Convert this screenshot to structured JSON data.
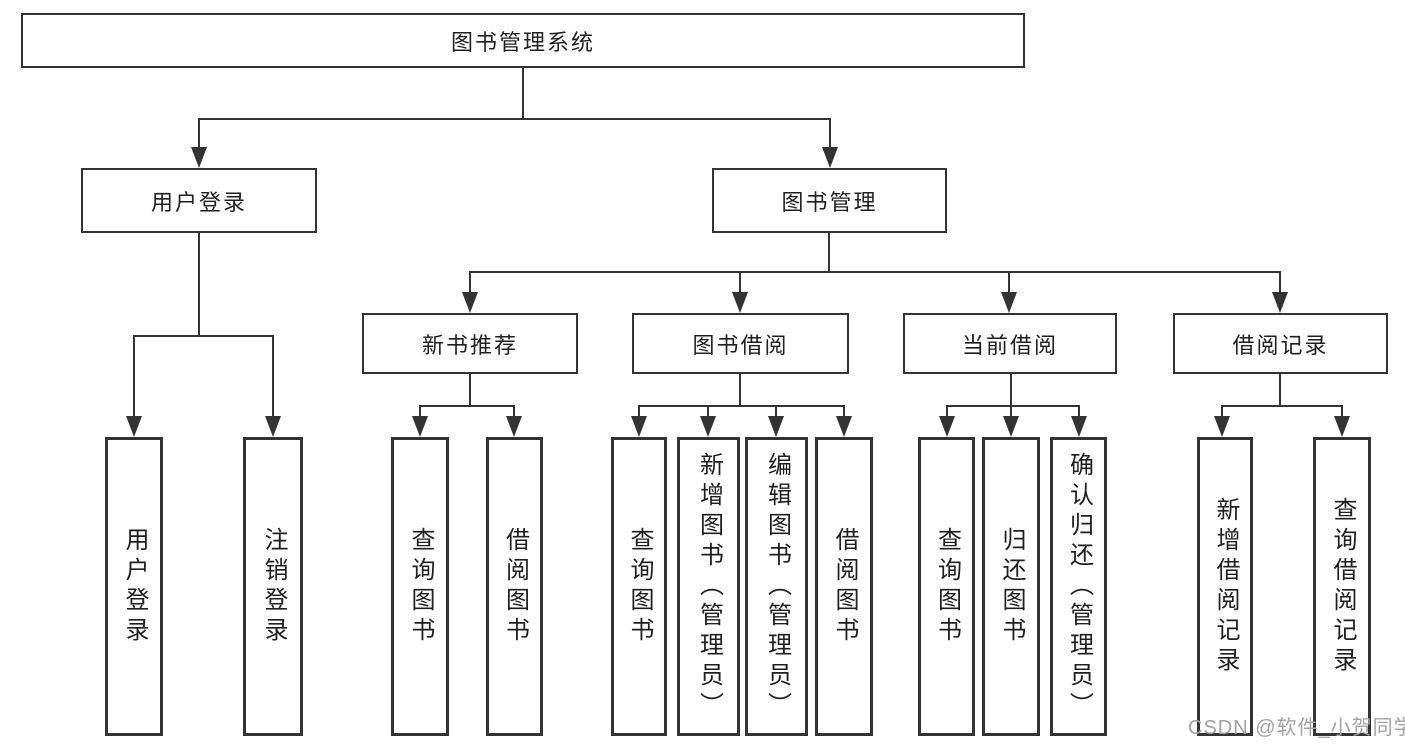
{
  "diagram": {
    "root": {
      "label": "图书管理系统"
    },
    "level2": [
      {
        "label": "用户登录",
        "children": [
          {
            "label": "用户登录"
          },
          {
            "label": "注销登录"
          }
        ]
      },
      {
        "label": "图书管理",
        "children": [
          {
            "label": "新书推荐",
            "children": [
              {
                "label": "查询图书"
              },
              {
                "label": "借阅图书"
              }
            ]
          },
          {
            "label": "图书借阅",
            "children": [
              {
                "label": "查询图书"
              },
              {
                "label": "新增图书（管理员）"
              },
              {
                "label": "编辑图书（管理员）"
              },
              {
                "label": "借阅图书"
              }
            ]
          },
          {
            "label": "当前借阅",
            "children": [
              {
                "label": "查询图书"
              },
              {
                "label": "归还图书"
              },
              {
                "label": "确认归还（管理员）"
              }
            ]
          },
          {
            "label": "借阅记录",
            "children": [
              {
                "label": "新增借阅记录"
              },
              {
                "label": "查询借阅记录"
              }
            ]
          }
        ]
      }
    ]
  },
  "watermark": {
    "text": "CSDN @软件_小贺同学"
  },
  "colors": {
    "line": "#333333",
    "text": "#1f1f1f",
    "watermark": "#a2a2a4",
    "background": "#ffffff"
  }
}
